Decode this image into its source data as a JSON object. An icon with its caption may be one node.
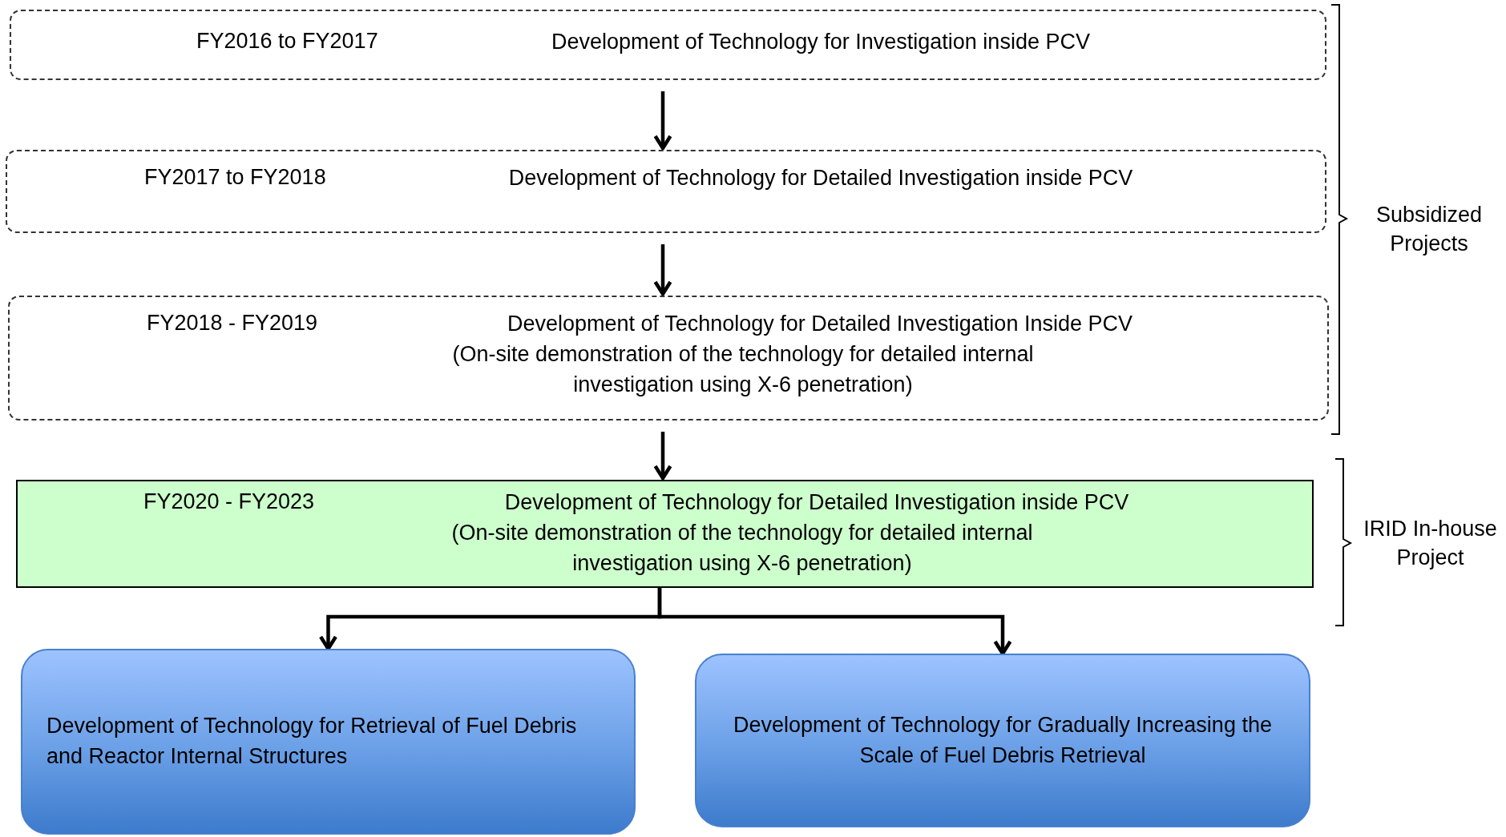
{
  "diagram": {
    "nodes": [
      {
        "text": [
          "FY2016 to FY2017",
          "Development of Technology for Investigation inside PCV"
        ]
      },
      {
        "text": [
          "FY2017 to FY2018",
          "Development of Technology for Detailed Investigation inside PCV"
        ]
      },
      {
        "text": [
          "FY2018 - FY2019",
          "Development of Technology for Detailed Investigation Inside PCV",
          "(On-site demonstration of the technology for detailed internal investigation using X-6 penetration)"
        ]
      },
      {
        "text": [
          "FY2020 - FY2023",
          "Development of Technology for Detailed Investigation inside PCV",
          "(On-site demonstration of the technology for detailed internal investigation using X-6 penetration)"
        ]
      },
      {
        "text": [
          "Development of Technology for Retrieval of Fuel Debris and Reactor Internal Structures"
        ]
      },
      {
        "text": [
          "Development of Technology for Gradually Increasing the Scale of Fuel Debris Retrieval"
        ]
      }
    ],
    "edges": [
      {
        "from": 0,
        "to": 1,
        "arrow": "to"
      },
      {
        "from": 1,
        "to": 2,
        "arrow": "to"
      },
      {
        "from": 2,
        "to": 3,
        "arrow": "to"
      },
      {
        "from": 3,
        "to": 4,
        "arrow": "to"
      },
      {
        "from": 3,
        "to": 5,
        "arrow": "to"
      }
    ],
    "labels": [
      "Subsidized Projects",
      "IRID In-house Project"
    ]
  }
}
